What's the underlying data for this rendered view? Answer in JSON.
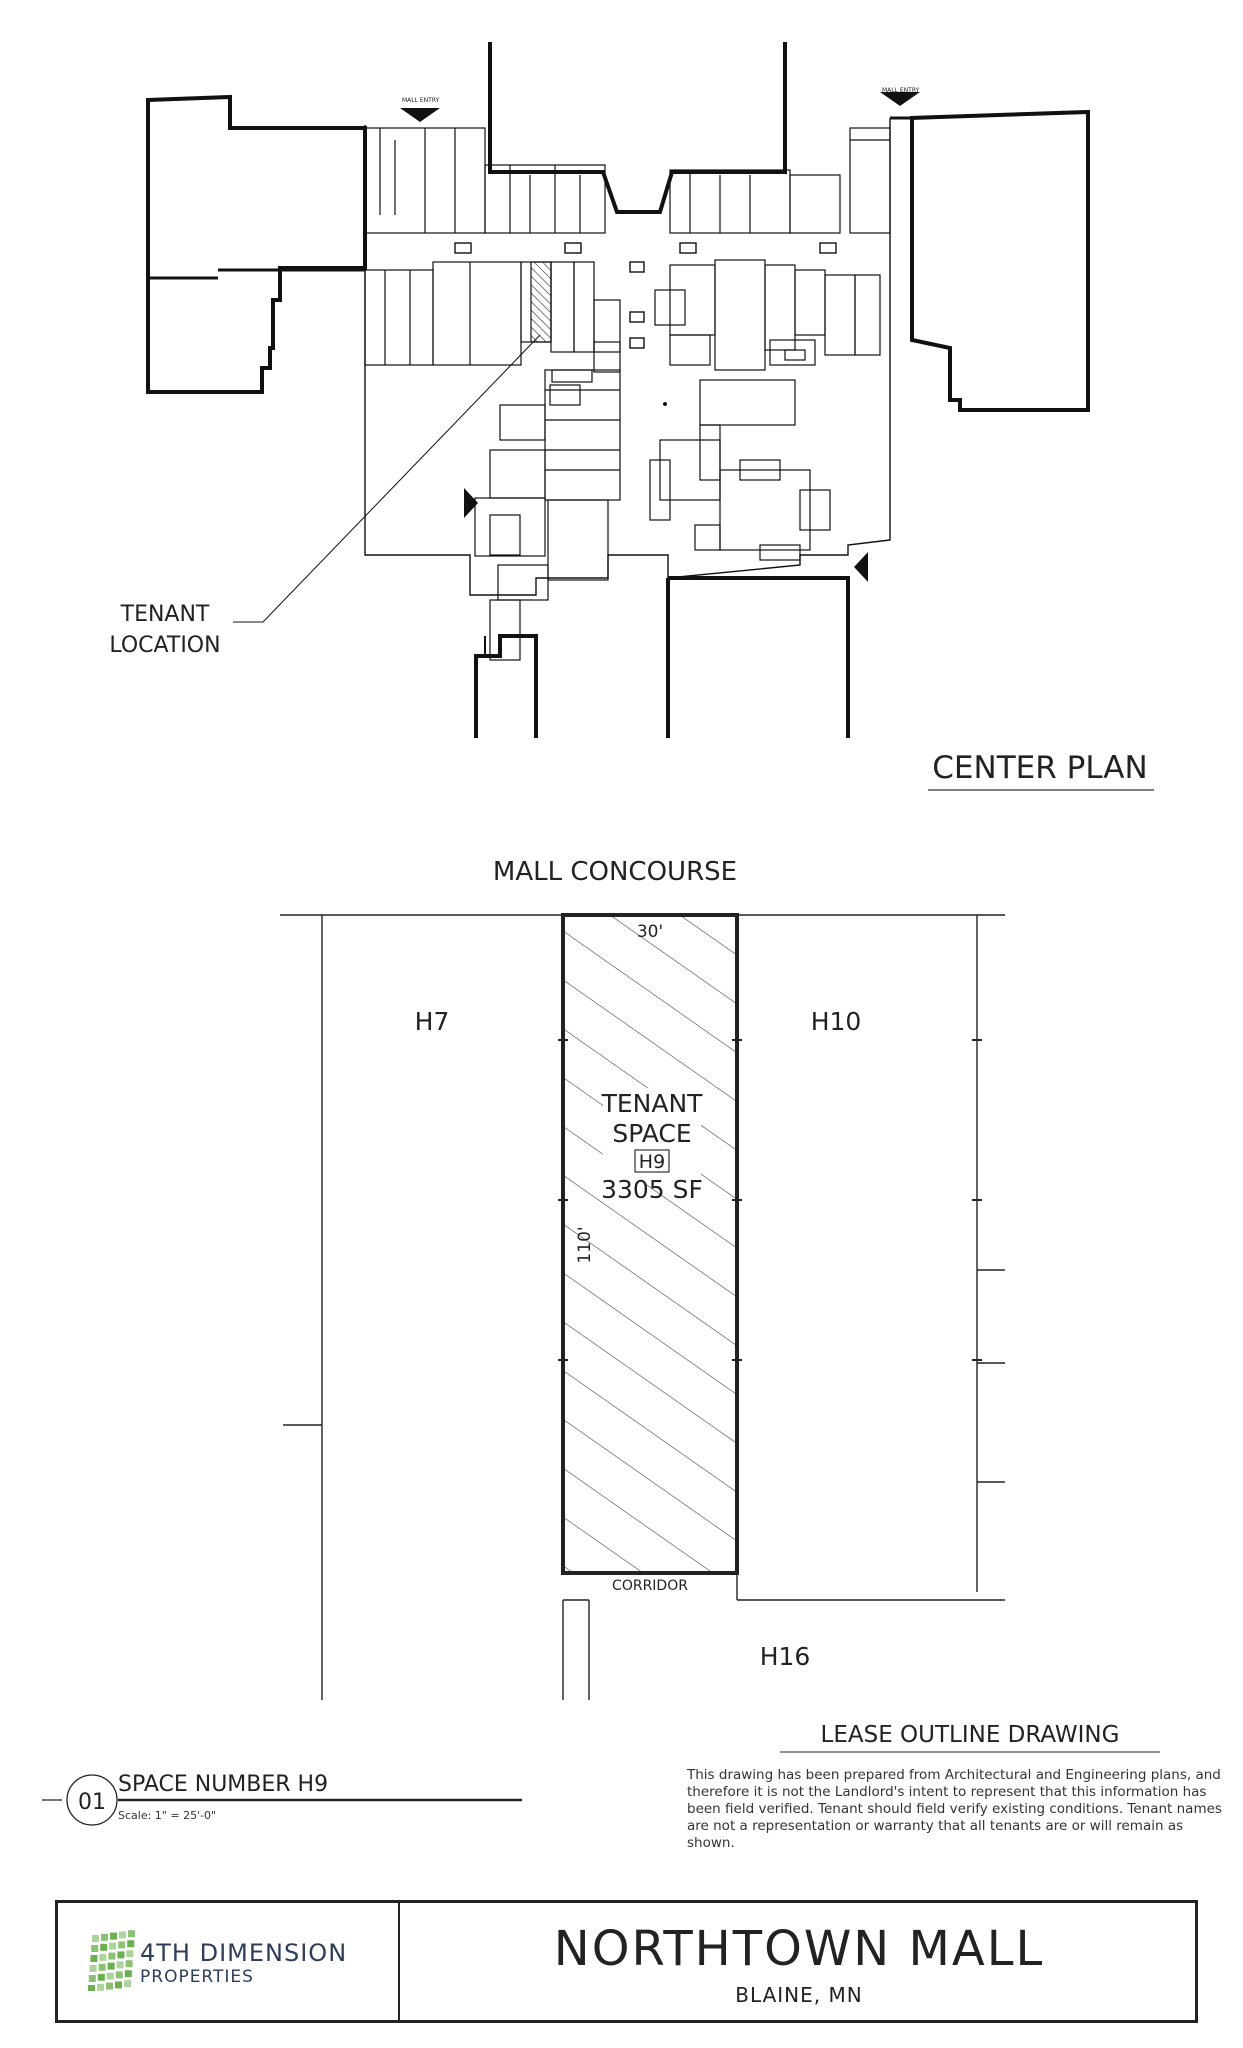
{
  "center_plan": {
    "title": "CENTER PLAN",
    "tenant_location_label_line1": "TENANT",
    "tenant_location_label_line2": "LOCATION",
    "entry_label": "MALL ENTRY"
  },
  "lease_outline": {
    "concourse_label": "MALL CONCOURSE",
    "width_dim": "30'",
    "depth_dim": "110'",
    "tenant_space_line1": "TENANT",
    "tenant_space_line2": "SPACE",
    "space_number": "H9",
    "area": "3305 SF",
    "neighbor_left": "H7",
    "neighbor_right": "H10",
    "neighbor_bottom": "H16",
    "corridor_label": "CORRIDOR",
    "drawing_title": "LEASE OUTLINE DRAWING"
  },
  "detail_tag": {
    "number": "01",
    "title": "SPACE NUMBER H9",
    "scale": "Scale:  1\" = 25'-0\""
  },
  "disclaimer": "This drawing has been prepared from Architectural and Engineering plans, and therefore it is not the Landlord's intent to represent that this information has been field verified. Tenant should field verify existing conditions. Tenant names are not a representation or warranty that all tenants are or will remain as shown.",
  "title_block": {
    "company_line1": "4TH DIMENSION",
    "company_line2": "PROPERTIES",
    "project_name": "NORTHTOWN MALL",
    "project_location": "BLAINE, MN",
    "brand_color": "#2c3e5c",
    "logo_color": "#6ab04c"
  }
}
